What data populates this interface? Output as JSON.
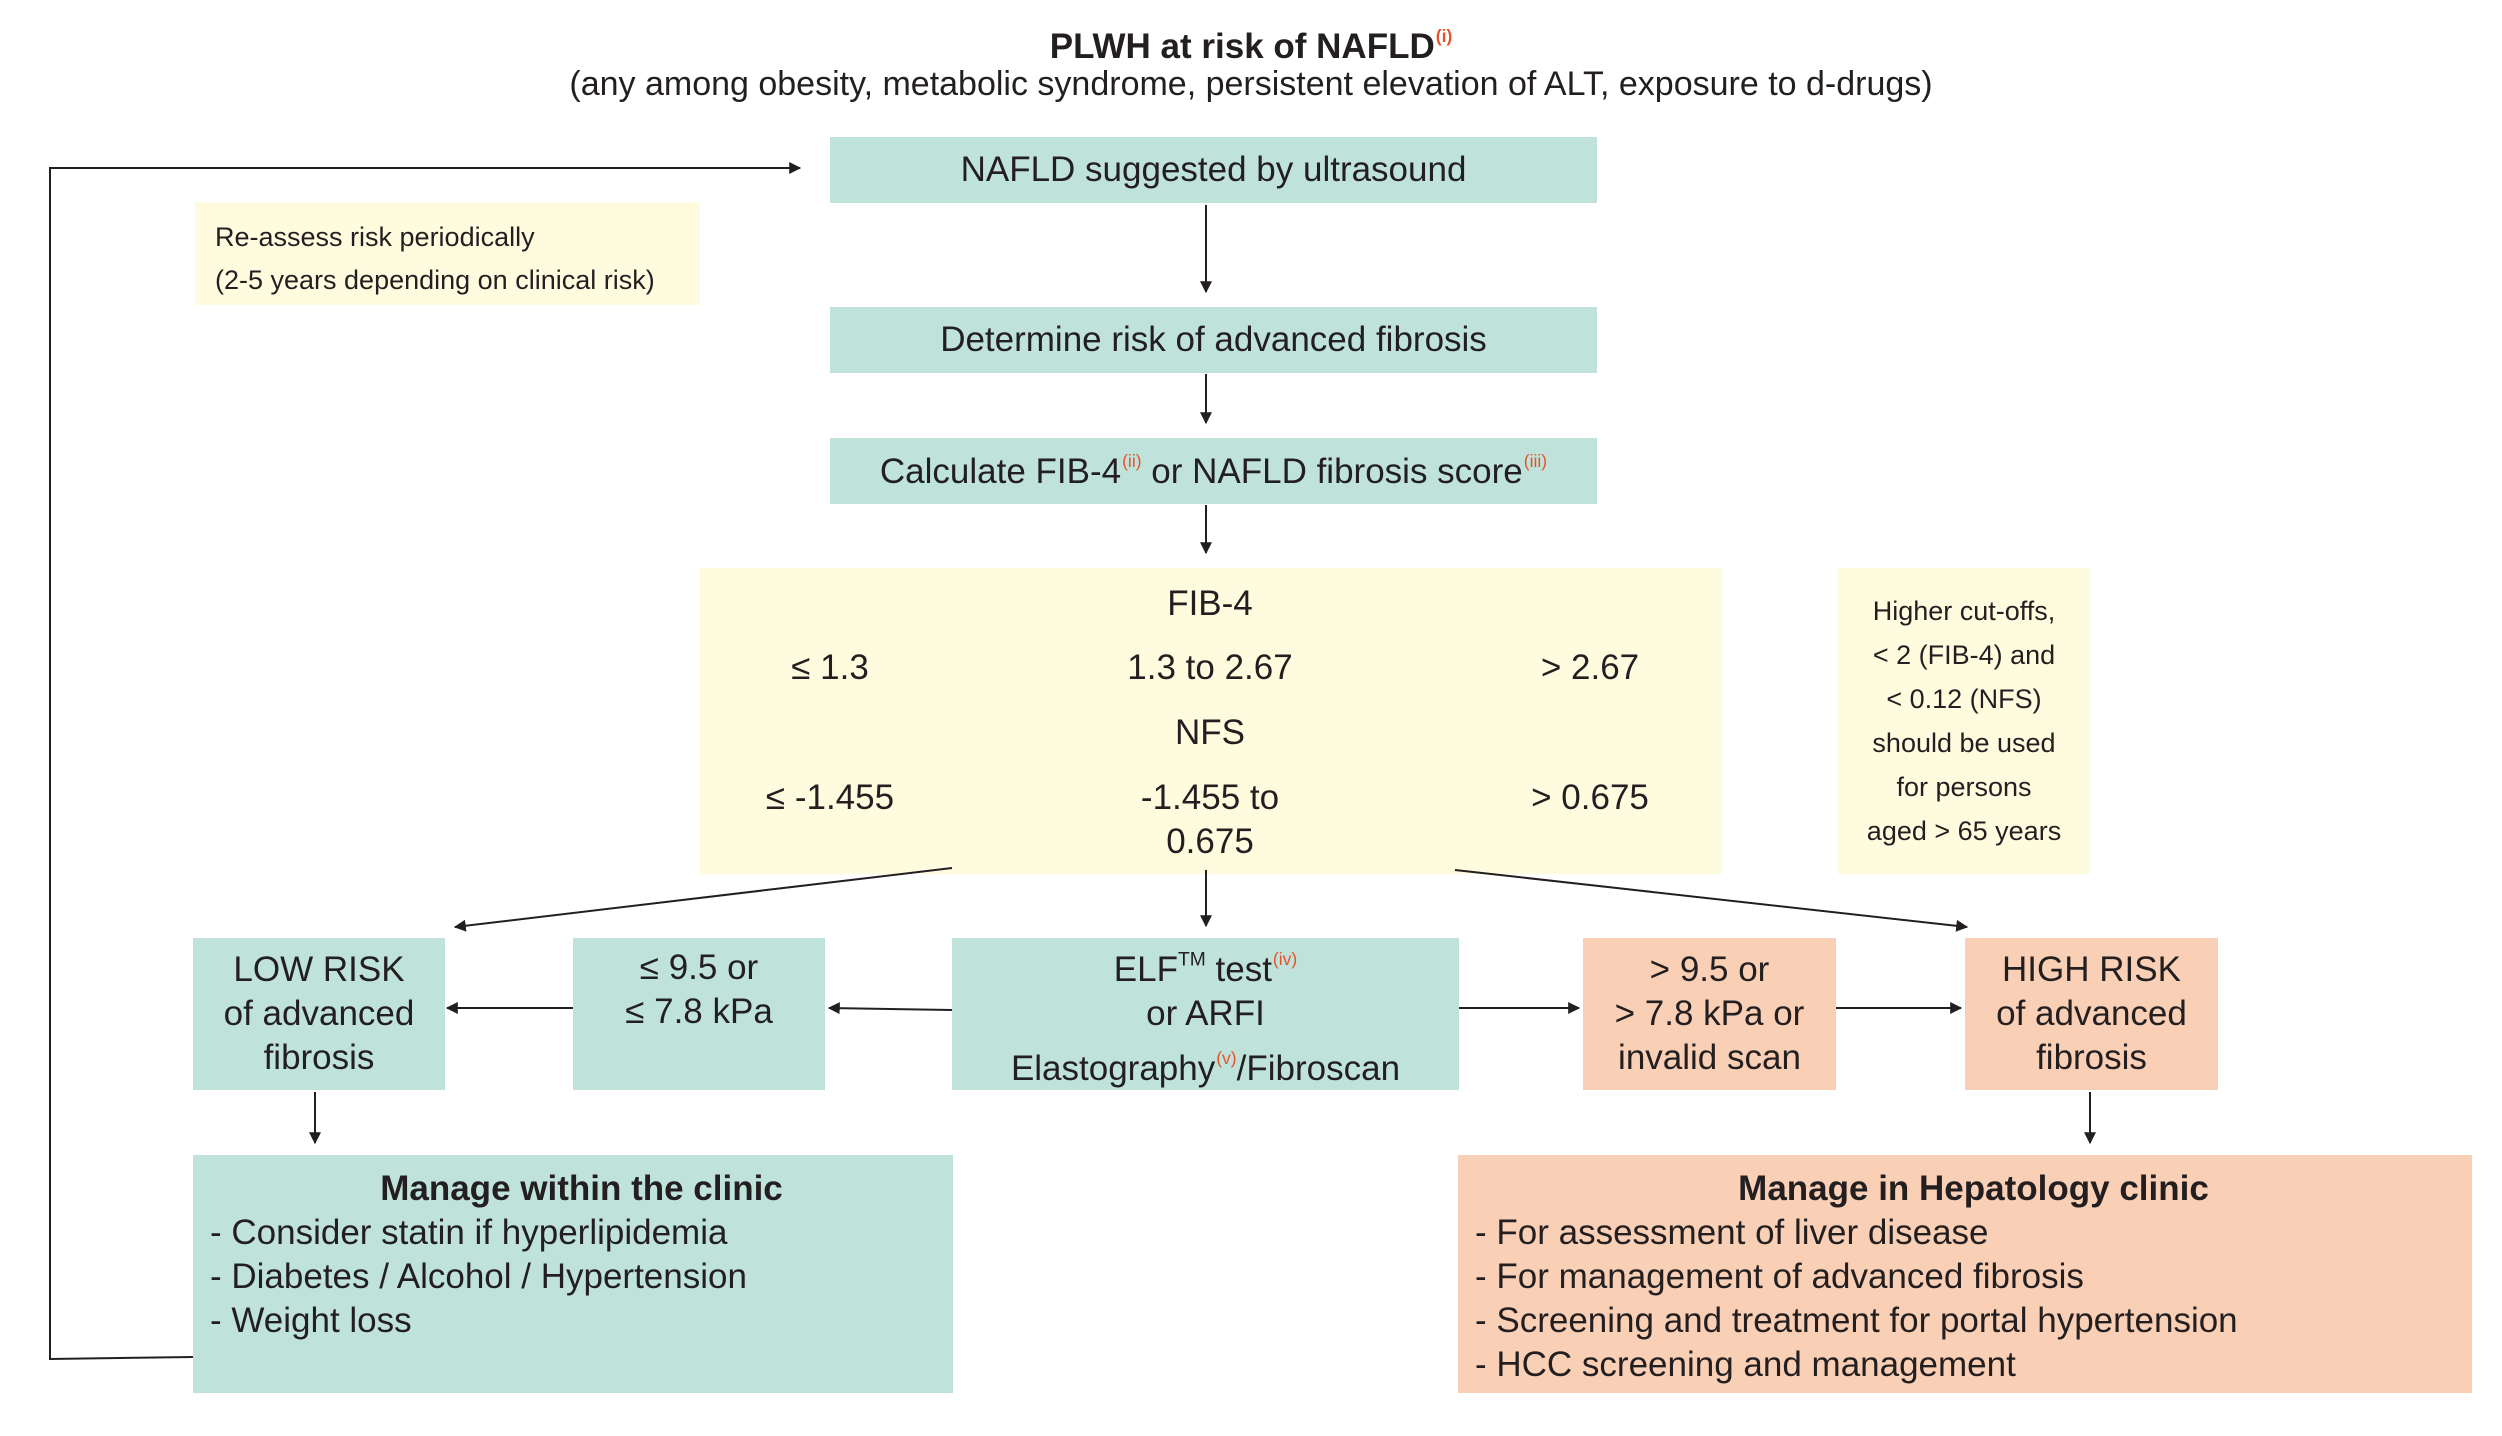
{
  "header": {
    "title": "PLWH at risk of NAFLD",
    "title_ref": "(i)",
    "subtitle": "(any among obesity, metabolic syndrome, persistent elevation of ALT, exposure to d-drugs)"
  },
  "reassess": {
    "line1": "Re-assess risk periodically",
    "line2": "(2-5 years depending on clinical risk)"
  },
  "steps": {
    "ultrasound": "NAFLD suggested by ultrasound",
    "determine": "Determine risk of advanced fibrosis",
    "calc_prefix": "Calculate FIB-4",
    "calc_ref1": "(ii)",
    "calc_mid": " or NAFLD fibrosis score",
    "calc_ref2": "(iii)"
  },
  "scores": {
    "fib4_label": "FIB-4",
    "fib4_low": "≤ 1.3",
    "fib4_mid": "1.3 to 2.67",
    "fib4_high": "> 2.67",
    "nfs_label": "NFS",
    "nfs_low": "≤ -1.455",
    "nfs_mid_line1": "-1.455 to",
    "nfs_mid_line2": "0.675",
    "nfs_high": "> 0.675"
  },
  "note": {
    "lines": [
      "Higher cut-offs,",
      "< 2 (FIB-4) and",
      "< 0.12 (NFS)",
      "should be used",
      "for persons",
      "aged > 65 years"
    ]
  },
  "low_risk": {
    "line1": "LOW RISK",
    "line2": "of advanced",
    "line3": "fibrosis"
  },
  "low_threshold": {
    "line1": "≤ 9.5 or",
    "line2": "≤ 7.8 kPa"
  },
  "elf": {
    "line1": "ELF",
    "tm": "TM",
    "line1_suffix": " test",
    "ref_iv": "(iv)",
    "line2": "or ARFI",
    "line3_prefix": "Elastography",
    "ref_v": "(v)",
    "line3_suffix": "/Fibroscan"
  },
  "high_threshold": {
    "line1": "> 9.5 or",
    "line2": "> 7.8 kPa or",
    "line3": "invalid scan"
  },
  "high_risk": {
    "line1": "HIGH RISK",
    "line2": "of advanced",
    "line3": "fibrosis"
  },
  "manage_clinic": {
    "title": "Manage within the clinic",
    "items": [
      "- Consider statin if hyperlipidemia",
      "- Diabetes / Alcohol / Hypertension",
      "- Weight loss"
    ]
  },
  "manage_hepatology": {
    "title": "Manage in Hepatology clinic",
    "items": [
      "- For assessment of liver disease",
      "- For management of advanced fibrosis",
      "- Screening and treatment for portal hypertension",
      "- HCC screening and management"
    ]
  }
}
